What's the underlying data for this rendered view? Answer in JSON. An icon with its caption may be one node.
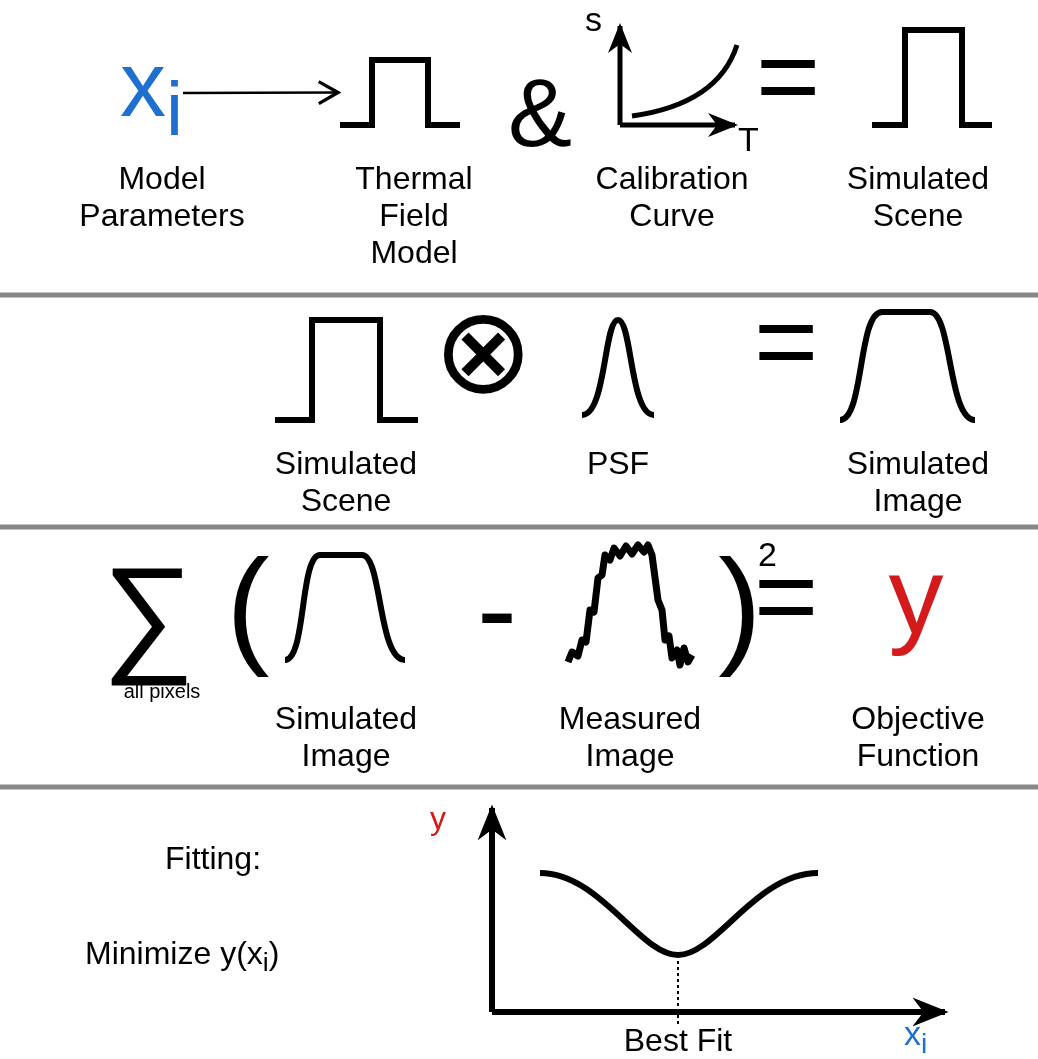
{
  "diagram": {
    "nodes": [
      {
        "text": [
          "x$_{i}$"
        ],
        "beside": [
          "Model Parameters"
        ]
      },
      {
        "text": [],
        "shape": "picture",
        "beside": [
          "Thermal Field Model"
        ]
      },
      {
        "text": [
          "Best Fit"
        ]
      }
    ],
    "edges": [
      {
        "from": 0,
        "to": 1,
        "arrow": "to"
      },
      {
        "from": 2,
        "to": null,
        "arrow": "none",
        "style": "dashed"
      }
    ],
    "labels": [
      "&",
      "s",
      "T",
      "=",
      "Calibration Curve",
      "Simulated Scene",
      "Simulated Scene",
      "⊗",
      "PSF",
      "=",
      "Simulated Image",
      "∑",
      "all pixels",
      "(",
      "-",
      ")",
      "2",
      "=",
      "y",
      "Simulated Image",
      "Measured Image",
      "Objective Function",
      "y",
      "Fitting:",
      "Minimize y(x$_{i}$)",
      "x$_{i}$"
    ]
  }
}
